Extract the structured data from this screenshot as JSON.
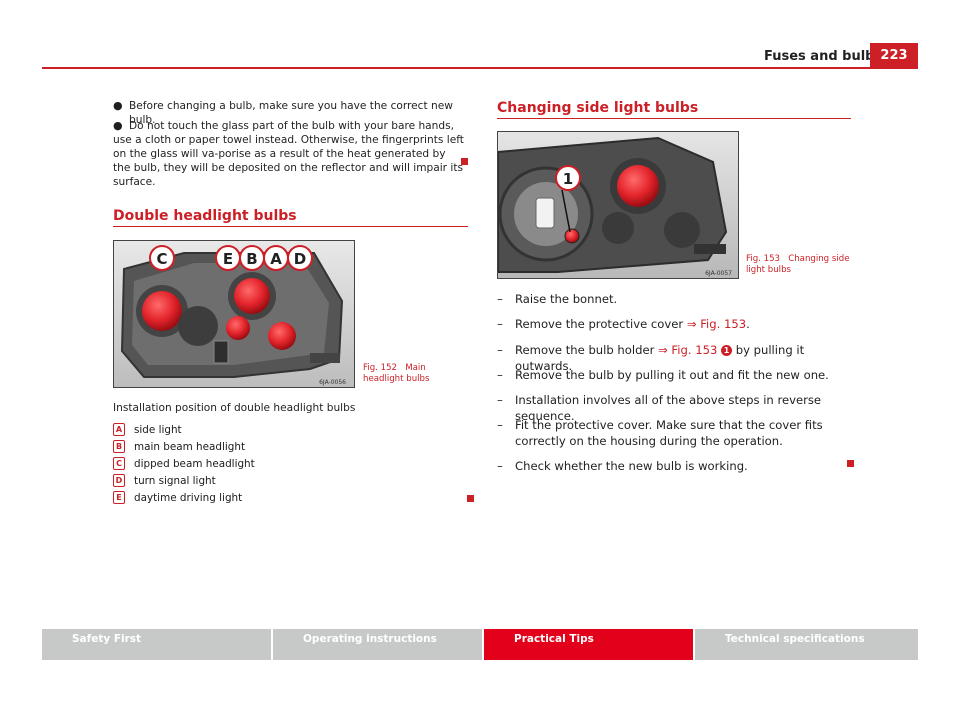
{
  "header": {
    "section_title": "Fuses and bulbs",
    "page_number": "223"
  },
  "left": {
    "bullets": [
      "Before changing a bulb, make sure you have the correct new bulb.",
      "Do not touch the glass part of the bulb with your bare hands, use a cloth or paper towel instead. Otherwise, the fingerprints left on the glass will va-porise as a result of the heat generated by the bulb, they will be deposited on the reflector and will impair its surface."
    ],
    "heading": "Double headlight bulbs",
    "figure": {
      "code": "6JA-0056",
      "caption_label": "Fig. 152",
      "caption_text": "Main headlight bulbs",
      "callouts": [
        "C",
        "E",
        "B",
        "A",
        "D"
      ]
    },
    "install_intro": "Installation position of double headlight bulbs",
    "legend": [
      {
        "key": "A",
        "label": "side light"
      },
      {
        "key": "B",
        "label": "main beam headlight"
      },
      {
        "key": "C",
        "label": "dipped beam headlight"
      },
      {
        "key": "D",
        "label": "turn signal light"
      },
      {
        "key": "E",
        "label": "daytime driving light"
      }
    ]
  },
  "right": {
    "heading": "Changing side light bulbs",
    "figure": {
      "code": "6JA-0057",
      "caption_label": "Fig. 153",
      "caption_text": "Changing side light bulbs",
      "callout": "1"
    },
    "steps": {
      "s1": "Raise the bonnet.",
      "s2_pre": "Remove the protective cover ",
      "s2_link": "⇒ Fig. 153",
      "s2_post": ".",
      "s3_pre": "Remove the bulb holder ",
      "s3_link": "⇒ Fig. 153",
      "s3_num": "1",
      "s3_post": " by pulling it outwards.",
      "s4": "Remove the bulb by pulling it out and fit the new one.",
      "s5": "Installation involves all of the above steps in reverse sequence.",
      "s6": "Fit the protective cover. Make sure that the cover fits correctly on the housing during the operation.",
      "s7": "Check whether the new bulb is working."
    }
  },
  "footer": {
    "tabs": [
      "Safety First",
      "Operating instructions",
      "Practical Tips",
      "Technical specifications"
    ],
    "active_index": 2
  },
  "colors": {
    "accent": "#cc1f26",
    "footer_grey": "#c7c8c8",
    "footer_active": "#e2001a"
  },
  "icons": {
    "bullet": "bullet-icon",
    "end_of_section": "end-square-icon"
  }
}
